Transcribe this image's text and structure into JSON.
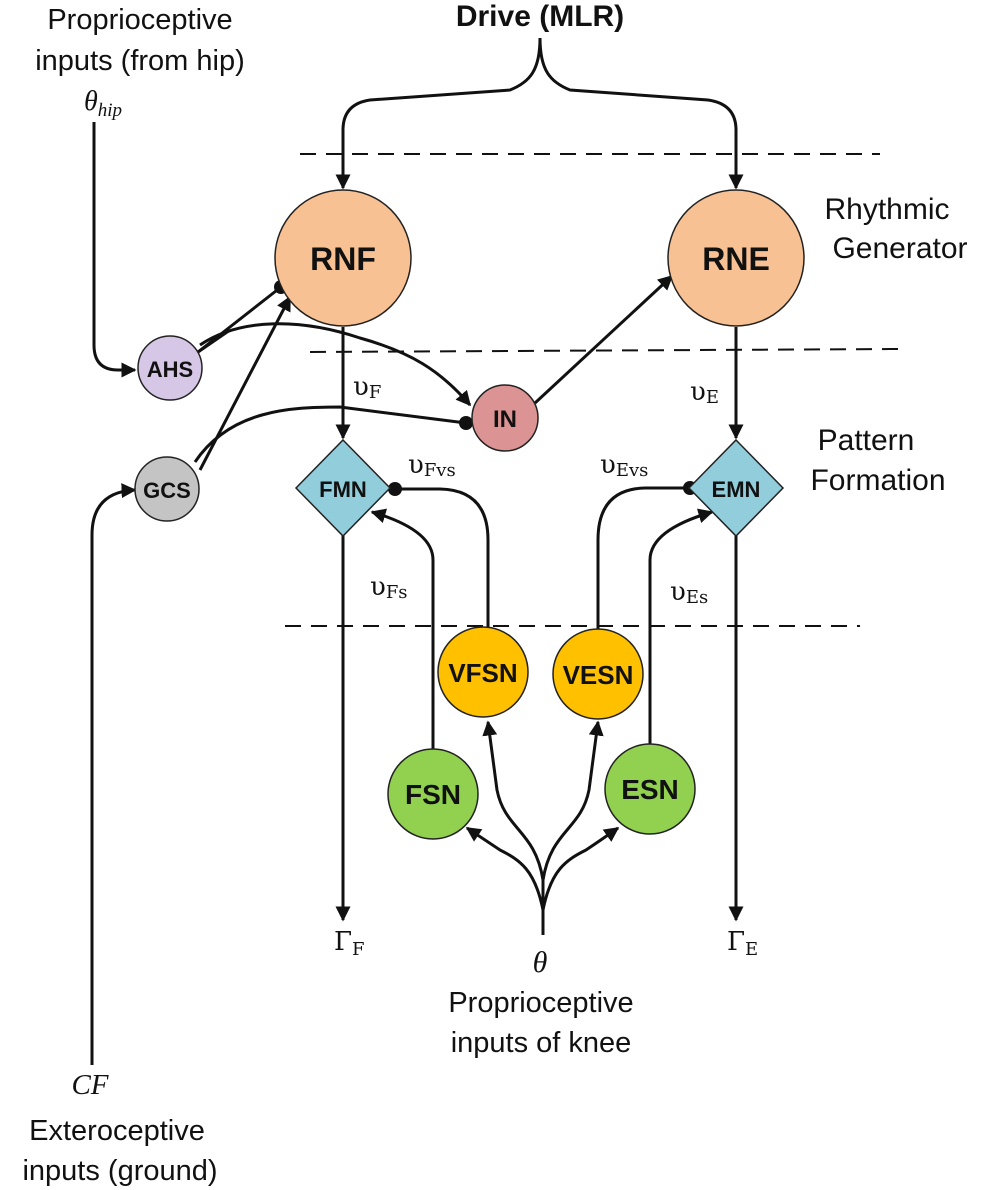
{
  "title": "Drive (MLR)",
  "hip_inputs": {
    "line1": "Proprioceptive",
    "line2": "inputs (from hip)",
    "symbol": "θ",
    "subscript": "hip"
  },
  "ground_inputs": {
    "symbol": "CF",
    "line1": "Exteroceptive",
    "line2": "inputs (ground)"
  },
  "knee_inputs": {
    "symbol": "θ",
    "line1": "Proprioceptive",
    "line2": "inputs of knee"
  },
  "layers": {
    "rhythmic": {
      "line1": "Rhythmic",
      "line2": "Generator"
    },
    "pattern": {
      "line1": "Pattern",
      "line2": "Formation"
    }
  },
  "nodes": {
    "rnf": "RNF",
    "rne": "RNE",
    "ahs": "AHS",
    "gcs": "GCS",
    "in": "IN",
    "fmn": "FMN",
    "emn": "EMN",
    "vfsn": "VFSN",
    "vesn": "VESN",
    "fsn": "FSN",
    "esn": "ESN"
  },
  "signals": {
    "uf": {
      "sym": "υ",
      "sub": "F"
    },
    "ue": {
      "sym": "υ",
      "sub": "E"
    },
    "ufvs": {
      "sym": "υ",
      "sub": "Fvs"
    },
    "uevs": {
      "sym": "υ",
      "sub": "Evs"
    },
    "ufs": {
      "sym": "υ",
      "sub": "Fs"
    },
    "ues": {
      "sym": "υ",
      "sub": "Es"
    },
    "gf": {
      "sym": "Γ",
      "sub": "F"
    },
    "ge": {
      "sym": "Γ",
      "sub": "E"
    }
  },
  "colors": {
    "rhythm_neuron": "#f8c193",
    "hip_sensor": "#d7c7e6",
    "ground_sensor": "#c4c4c4",
    "interneuron": "#dc9393",
    "motor_neuron": "#92cddc",
    "velocity_sensor": "#ffc000",
    "position_sensor": "#92d050"
  }
}
